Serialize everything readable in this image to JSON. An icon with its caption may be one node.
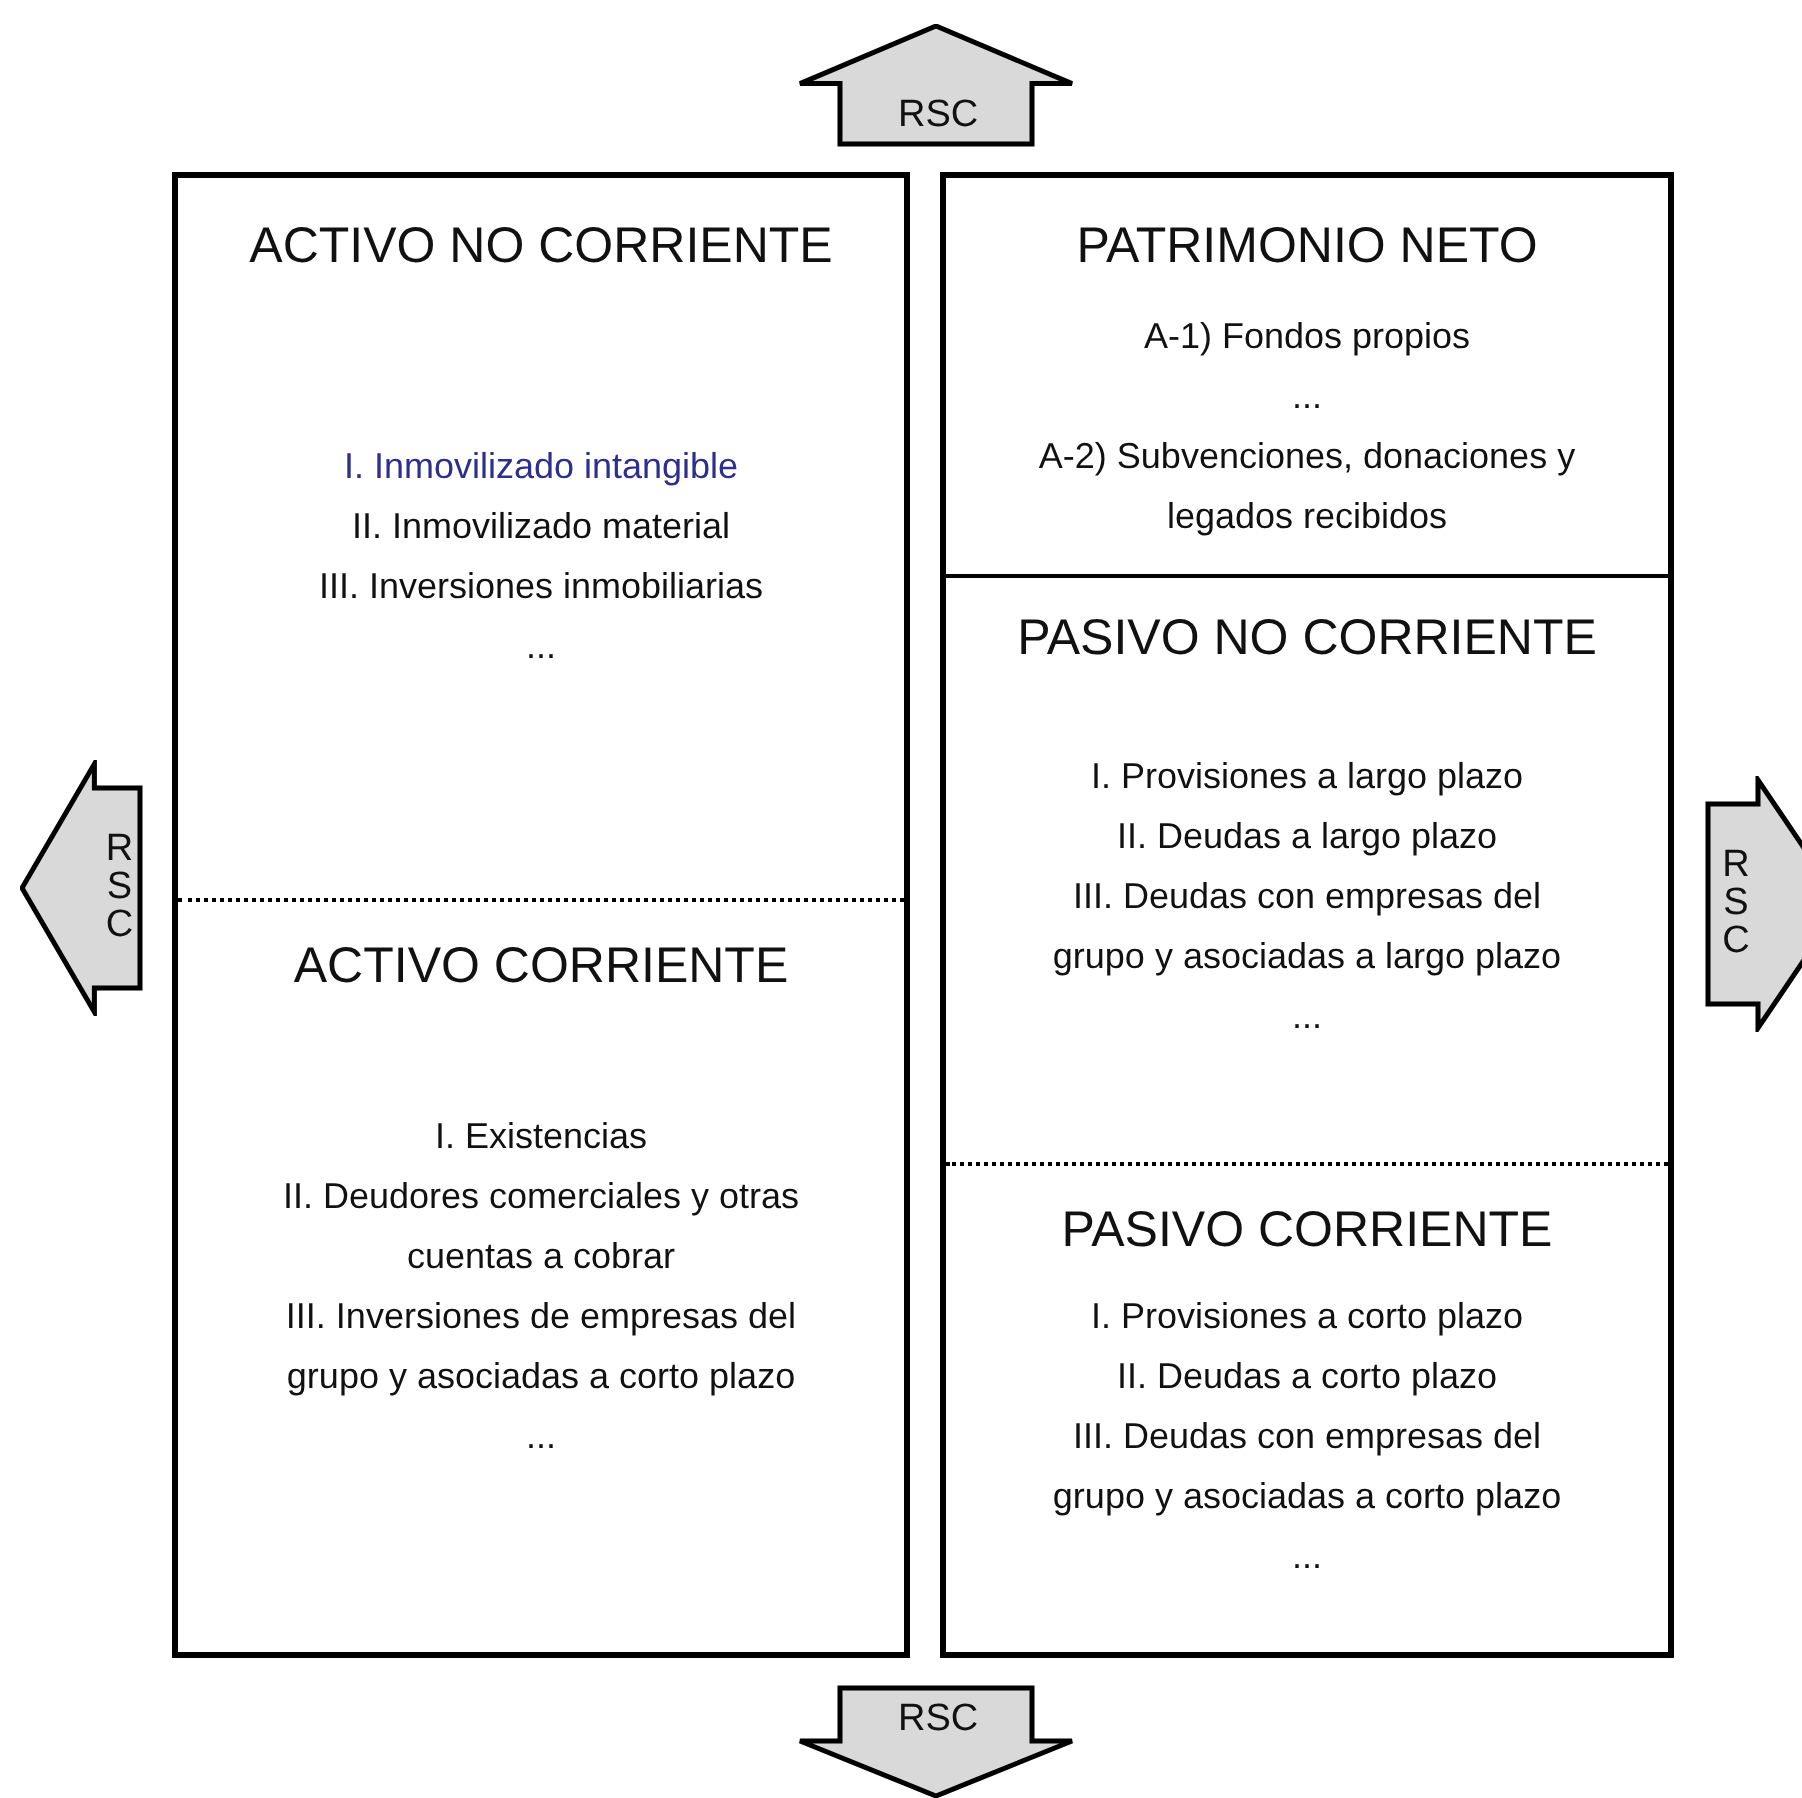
{
  "diagram": {
    "nodes": [
      {
        "text": [
          "RSC"
        ]
      },
      {
        "text": [
          "RSC"
        ]
      },
      {
        "text": [],
        "shape": "box"
      },
      {
        "text": [
          "ACTIVO NO CORRIENTE",
          "I. Inmovilizado intangible",
          "II. Inmovilizado material",
          "III. Inversiones inmobiliarias",
          "..."
        ],
        "in": 2
      },
      {
        "text": [
          "ACTIVO CORRIENTE",
          "I. Existencias",
          "II. Deudores comerciales y otras cuentas a cobrar",
          "III. Inversiones de empresas del grupo y asociadas a corto plazo",
          "..."
        ],
        "in": 2
      },
      {
        "text": [],
        "shape": "box"
      },
      {
        "text": [
          "PATRIMONIO NETO",
          "A-1) Fondos propios",
          "...",
          "A-2) Subvenciones, donaciones y legados recibidos"
        ],
        "in": 5
      },
      {
        "text": [
          "PASIVO NO CORRIENTE",
          "I. Provisiones a largo plazo",
          "II. Deudas a largo plazo",
          "III. Deudas con empresas del grupo y asociadas a largo plazo",
          "..."
        ],
        "in": 5
      },
      {
        "text": [
          "PASIVO CORRIENTE",
          "I. Provisiones a corto plazo",
          "II. Deudas a corto plazo",
          "III. Deudas con empresas del grupo y asociadas a corto plazo",
          "..."
        ],
        "in": 5
      },
      {
        "text": [
          "RSC"
        ]
      },
      {
        "text": [
          "RSC"
        ]
      }
    ]
  }
}
